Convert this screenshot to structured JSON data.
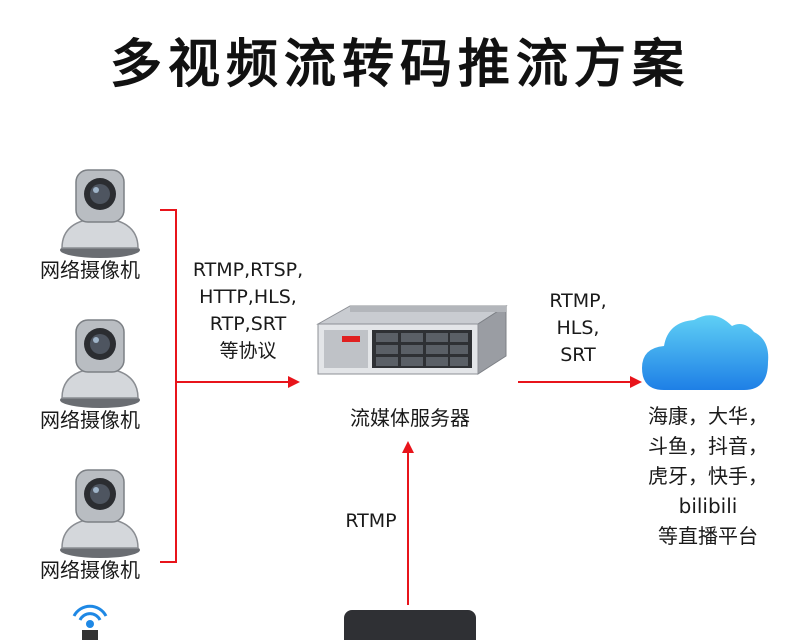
{
  "title": "多视频流转码推流方案",
  "cameras": [
    {
      "label": "网络摄像机"
    },
    {
      "label": "网络摄像机"
    },
    {
      "label": "网络摄像机"
    }
  ],
  "input_protocols": [
    "RTMP,RTSP,",
    "HTTP,HLS,",
    "RTP,SRT",
    "等协议"
  ],
  "server_label": "流媒体服务器",
  "output_protocols": [
    "RTMP,",
    "HLS,",
    "SRT"
  ],
  "bottom_protocol": "RTMP",
  "platforms": [
    "海康，大华，",
    "斗鱼，抖音，",
    "虎牙，快手，",
    "bilibili",
    "等直播平台"
  ],
  "colors": {
    "arrow": "#e8141b",
    "cloud_top": "#5fd0f5",
    "cloud_bottom": "#1e7fe6",
    "title": "#111111"
  }
}
